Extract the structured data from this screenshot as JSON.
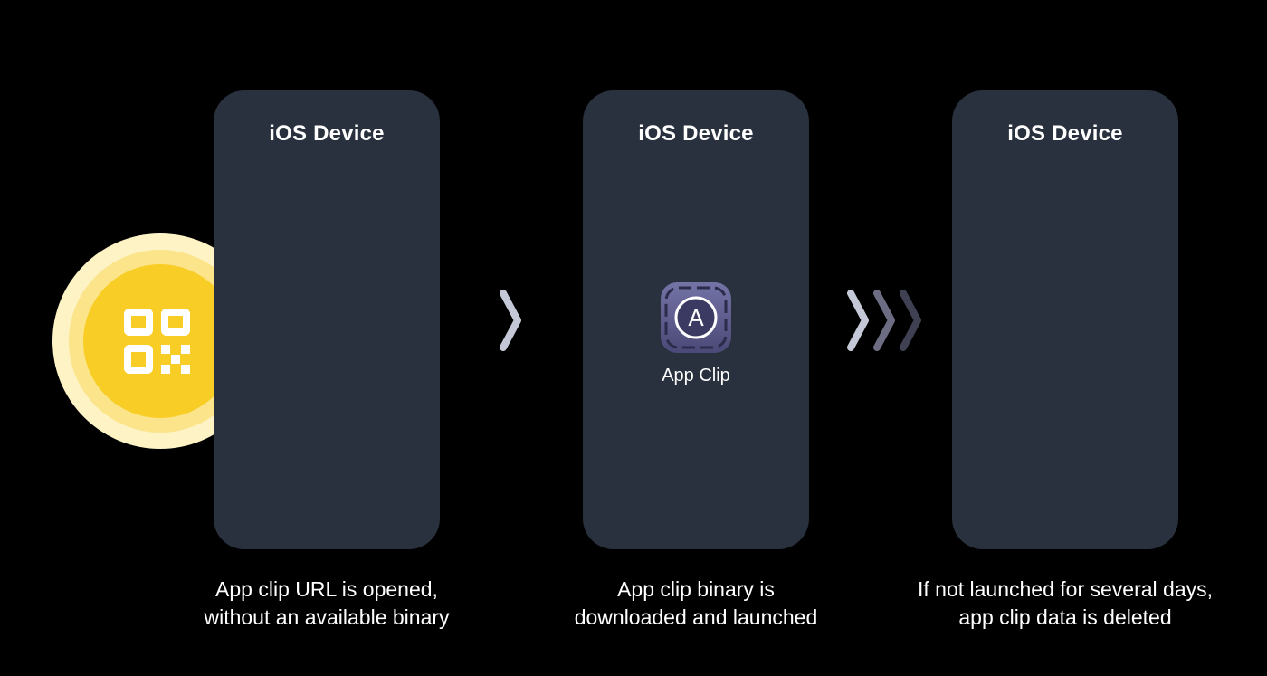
{
  "steps": [
    {
      "device_title": "iOS Device",
      "caption_line1": "App clip URL is opened,",
      "caption_line2": "without an available binary"
    },
    {
      "device_title": "iOS Device",
      "caption_line1": "App clip binary is",
      "caption_line2": "downloaded and launched",
      "app_clip_letter": "A",
      "app_clip_label": "App Clip"
    },
    {
      "device_title": "iOS Device",
      "caption_line1": "If not launched for several days,",
      "caption_line2": "app clip data is deleted"
    }
  ],
  "icons": {
    "qr": "qr-code-icon",
    "app_clip": "app-clip-icon",
    "arrow": "chevron-right-icon"
  },
  "colors": {
    "background": "#000000",
    "device": "#29303e",
    "qr_yellow": "#f8cd25",
    "app_clip": "#5e5d8e"
  }
}
